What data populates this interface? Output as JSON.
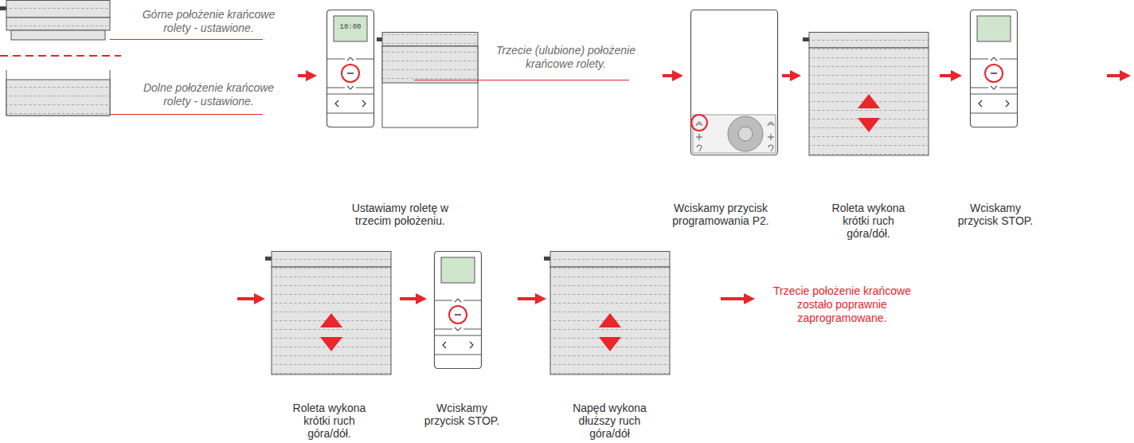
{
  "diagram": {
    "nodes": [
      {
        "text": [
          "Górne położenie krańcowe rolety - ustawione.",
          "Dolne położenie krańcowe rolety - ustawione."
        ]
      },
      {
        "text": [
          "Trzecie (ulubione) położenie krańcowe rolety.",
          "Ustawiamy roletę w trzecim położeniu."
        ]
      },
      {
        "text": [
          "Wciskamy przycisk programowania P2."
        ]
      },
      {
        "text": [
          "Roleta wykona krótki ruch góra/dół."
        ]
      },
      {
        "text": [
          "Wciskamy przycisk STOP."
        ]
      },
      {
        "text": [
          "Roleta wykona krótki ruch góra/dół."
        ]
      },
      {
        "text": [
          "Wciskamy przycisk STOP."
        ]
      },
      {
        "text": [
          "Napęd wykona dłuższy ruch góra/dół"
        ]
      },
      {
        "text": [
          "Trzecie położenie krańcowe zostało poprawnie zaprogramowane."
        ]
      }
    ],
    "edges": [
      {
        "from": 0,
        "to": 1,
        "arrow": "to"
      },
      {
        "from": 1,
        "to": 2,
        "arrow": "to"
      },
      {
        "from": 2,
        "to": 3,
        "arrow": "to"
      },
      {
        "from": 3,
        "to": 4,
        "arrow": "to"
      },
      {
        "from": 4,
        "to": 5,
        "arrow": "to"
      },
      {
        "from": 5,
        "to": 6,
        "arrow": "to"
      },
      {
        "from": 6,
        "to": 7,
        "arrow": "to"
      },
      {
        "from": 7,
        "to": 8,
        "arrow": "to"
      }
    ],
    "labels": [
      "10:00"
    ]
  }
}
